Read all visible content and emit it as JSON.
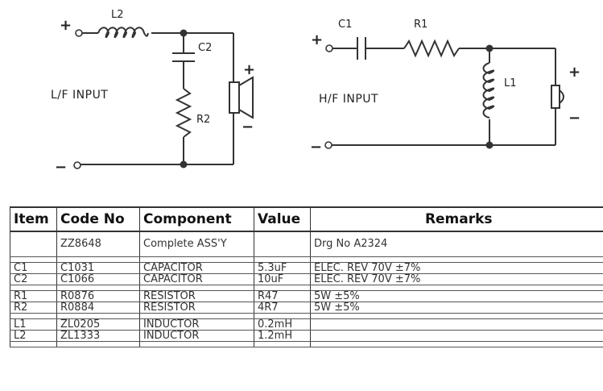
{
  "low_pass": {
    "plus": "+",
    "minus": "−",
    "inductor": "L2",
    "capacitor": "C2",
    "resistor": "R2",
    "input_label": "L/F INPUT",
    "speaker_plus": "+",
    "speaker_minus": "−"
  },
  "high_pass": {
    "plus": "+",
    "minus": "−",
    "capacitor": "C1",
    "resistor": "R1",
    "inductor": "L1",
    "input_label": "H/F INPUT",
    "speaker_plus": "+",
    "speaker_minus": "−"
  },
  "table": {
    "headers": [
      "Item",
      "Code No",
      "Component",
      "Value",
      "Remarks"
    ],
    "rows": [
      {
        "item": "",
        "code": "ZZ8648",
        "component": "Complete ASS'Y",
        "value": "",
        "remarks": "Drg No A2324"
      },
      {
        "item": "C1",
        "code": "C1031",
        "component": "CAPACITOR",
        "value": "5.3uF",
        "remarks": "ELEC. REV 70V ±7%"
      },
      {
        "item": "C2",
        "code": "C1066",
        "component": "CAPACITOR",
        "value": "10uF",
        "remarks": "ELEC. REV 70V ±7%"
      },
      {
        "item": "R1",
        "code": "R0876",
        "component": "RESISTOR",
        "value": "R47",
        "remarks": "5W ±5%"
      },
      {
        "item": "R2",
        "code": "R0884",
        "component": "RESISTOR",
        "value": "4R7",
        "remarks": "5W ±5%"
      },
      {
        "item": "L1",
        "code": "ZL0205",
        "component": "INDUCTOR",
        "value": "0.2mH",
        "remarks": ""
      },
      {
        "item": "L2",
        "code": "ZL1333",
        "component": "INDUCTOR",
        "value": "1.2mH",
        "remarks": ""
      }
    ]
  }
}
